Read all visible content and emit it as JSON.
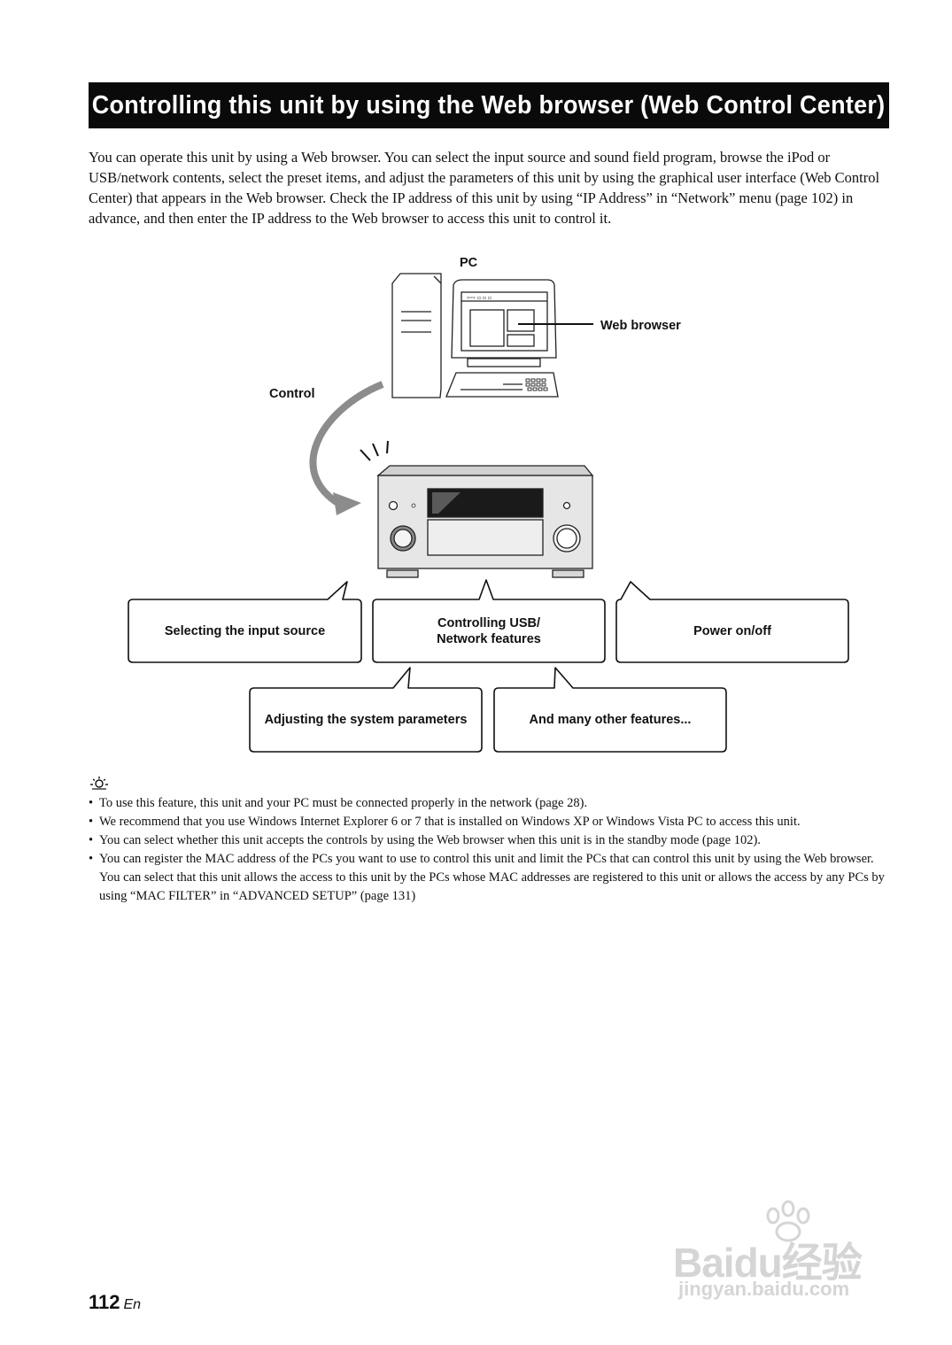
{
  "title": "Controlling this unit by using the Web browser (Web Control Center)",
  "intro": "You can operate this unit by using a Web browser. You can select the input source and sound field program, browse the iPod or USB/network contents, select the preset items, and adjust the parameters of this unit by using the graphical user interface (Web Control Center) that appears in the Web browser. Check the IP address of this unit by using “IP Address” in “Network” menu (page 102) in advance, and then enter the IP address to the Web browser to access this unit to control it.",
  "diagram": {
    "pc_label": "PC",
    "web_browser_label": "Web browser",
    "control_label": "Control",
    "features": {
      "input_source": "Selecting the input source",
      "usb_network": "Controlling USB/\nNetwork features",
      "power": "Power on/off",
      "system_params": "Adjusting the system parameters",
      "many_other": "And many other features..."
    }
  },
  "notes": [
    "To use this feature, this unit and your PC must be connected properly in the network (page 28).",
    "We recommend that you use Windows Internet Explorer 6 or 7 that is installed on Windows XP or Windows Vista PC to access this unit.",
    "You can select whether this unit accepts the controls by using the Web browser when this unit is in the standby mode (page 102).",
    "You can register the MAC address of the PCs you want to use to control this unit and limit the PCs that can control this unit by using the Web browser. You can select that this unit allows the access to this unit by the PCs whose MAC addresses are registered to this unit or allows the access by any PCs by using “MAC FILTER” in “ADVANCED SETUP” (page 131)"
  ],
  "page": {
    "number": "112",
    "lang": "En"
  },
  "watermark": {
    "brand": "Baidu经验",
    "url": "jingyan.baidu.com"
  }
}
